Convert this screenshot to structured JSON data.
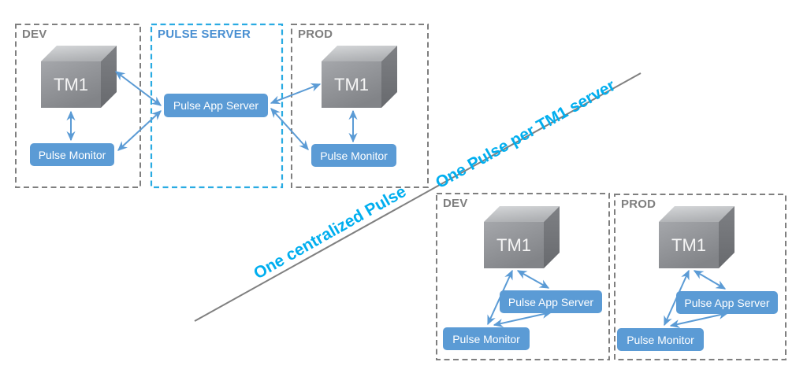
{
  "diagram": {
    "caption_left": "One centralized Pulse",
    "caption_right": "One Pulse per TM1 server"
  },
  "groups": [
    {
      "label": "DEV"
    },
    {
      "label": "PULSE SERVER"
    },
    {
      "label": "PROD"
    },
    {
      "label": "DEV"
    },
    {
      "label": "PROD"
    }
  ],
  "nodes": [
    {
      "label": "Pulse Monitor"
    },
    {
      "label": "Pulse App Server"
    },
    {
      "label": "Pulse Monitor"
    },
    {
      "label": "Pulse App Server"
    },
    {
      "label": "Pulse Monitor"
    },
    {
      "label": "Pulse App Server"
    },
    {
      "label": "Pulse Monitor"
    }
  ],
  "cubes": [
    {
      "label": "TM1"
    },
    {
      "label": "TM1"
    },
    {
      "label": "TM1"
    },
    {
      "label": "TM1"
    }
  ],
  "colors": {
    "node_blue": "#5B9BD5",
    "arrow_blue": "#5B9BD5",
    "dash_gray": "#7F7F7F",
    "dash_blue": "#29ABE2",
    "title_gray": "#7F7F7F",
    "title_blue": "#4A90D2",
    "caption_cyan": "#00AEEF",
    "divider_gray": "#808080",
    "cube_top": "#CFD1D4",
    "cube_front": "#909296",
    "cube_right": "#717377"
  }
}
